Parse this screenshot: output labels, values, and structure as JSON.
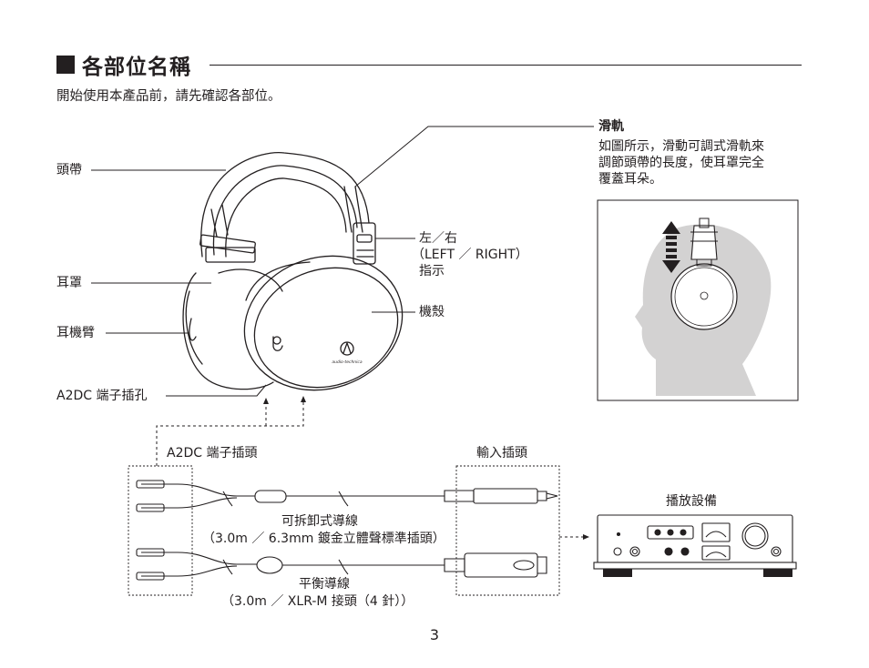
{
  "section": {
    "title": "各部位名稱",
    "intro": "開始使用本產品前，請先確認各部位。"
  },
  "labels": {
    "headband": "頭帶",
    "earpad": "耳罩",
    "hanger": "耳機臂",
    "jack": "A2DC 端子插孔",
    "lr_line1": "左／右",
    "lr_line2": "（LEFT ／ RIGHT）",
    "lr_line3": "指示",
    "housing": "機殼",
    "slider_title": "滑軌",
    "slider_desc_1": "如圖所示，滑動可調式滑軌來",
    "slider_desc_2": "調節頭帶的長度，使耳罩完全",
    "slider_desc_3": "覆蓋耳朵。",
    "a2dc_plug": "A2DC 端子插頭",
    "input_plug": "輸入插頭",
    "playback": "播放設備",
    "cable1_l1": "可拆卸式導線",
    "cable1_l2": "（3.0m ／ 6.3mm 鍍金立體聲標準插頭）",
    "cable2_l1": "平衡導線",
    "cable2_l2": "（3.0m ／ XLR-M 接頭（4 針））"
  },
  "logo_text": "audio-technica",
  "page_number": "3"
}
